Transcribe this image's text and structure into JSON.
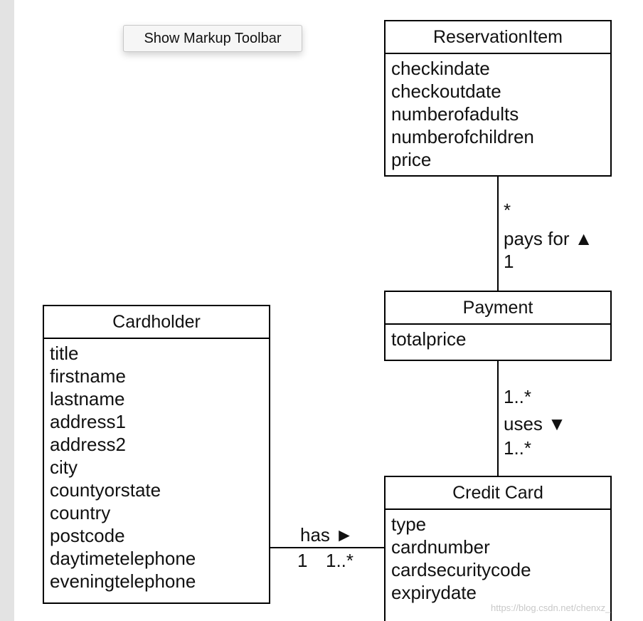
{
  "toolbar": {
    "show_markup_label": "Show Markup Toolbar"
  },
  "classes": {
    "reservation_item": {
      "name": "ReservationItem",
      "attributes": [
        "checkindate",
        "checkoutdate",
        "numberofadults",
        "numberofchildren",
        "price"
      ]
    },
    "payment": {
      "name": "Payment",
      "attributes": [
        "totalprice"
      ]
    },
    "cardholder": {
      "name": "Cardholder",
      "attributes": [
        "title",
        "firstname",
        "lastname",
        "address1",
        "address2",
        "city",
        "countyorstate",
        "country",
        "postcode",
        "daytimetelephone",
        "eveningtelephone"
      ]
    },
    "credit_card": {
      "name": "Credit Card",
      "attributes": [
        "type",
        "cardnumber",
        "cardsecuritycode",
        "expirydate"
      ]
    }
  },
  "associations": {
    "pays_for": {
      "top_multiplicity": "*",
      "name": "pays for ▲",
      "bottom_multiplicity": "1"
    },
    "uses": {
      "top_multiplicity": "1..*",
      "name": "uses ▼",
      "bottom_multiplicity": "1..*"
    },
    "has": {
      "name": "has ►",
      "left_multiplicity": "1",
      "right_multiplicity": "1..*"
    }
  },
  "watermark": "https://blog.csdn.net/chenxz_"
}
